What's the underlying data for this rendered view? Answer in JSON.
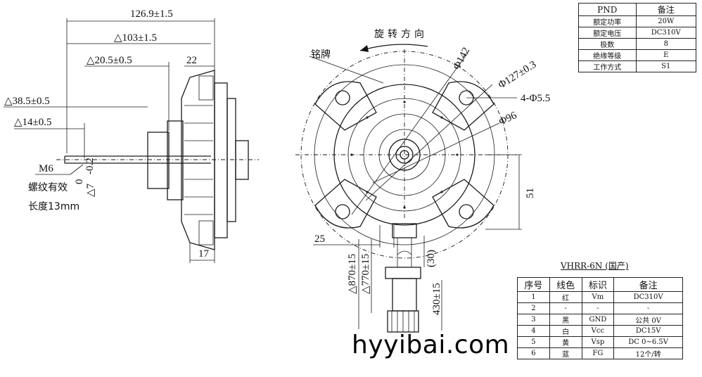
{
  "left_view": {
    "dim_total": "126.9±1.5",
    "dim_103": "△103±1.5",
    "dim_20_5": "△20.5±0.5",
    "dim_22": "22",
    "dim_38_5": "△38.5±0.5",
    "dim_14": "△14±0.5",
    "dim_7": "△7",
    "dim_7_tol_upper": "0",
    "dim_7_tol_lower": "-0.2",
    "thread": "M6",
    "thread_note_line1": "螺纹有效",
    "thread_note_line2": "长度13mm",
    "dim_17": "17"
  },
  "front_view": {
    "rotation_label": "旋转方向",
    "nameplate_label": "铭牌",
    "dia_142": "Φ142",
    "dia_127": "Φ127±0.3",
    "holes": "4-Φ5.5",
    "dia_96": "Φ96",
    "dim_51": "51",
    "dim_25": "25",
    "dim_30": "(30)",
    "lead_870": "△870±15",
    "lead_770": "△770±15",
    "lead_430": "430±15"
  },
  "pnd_table": {
    "headers": [
      "PND",
      "备注"
    ],
    "rows": [
      [
        "额定功率",
        "20W"
      ],
      [
        "额定电压",
        "DC310V"
      ],
      [
        "极数",
        "8"
      ],
      [
        "绝缘等级",
        "E"
      ],
      [
        "工作方式",
        "S1"
      ]
    ]
  },
  "wire_table": {
    "title": "VHRR-6N (国产)",
    "headers": [
      "序号",
      "线色",
      "标识",
      "备注"
    ],
    "rows": [
      [
        "1",
        "红",
        "Vm",
        "DC310V"
      ],
      [
        "2",
        "-",
        "-",
        "-"
      ],
      [
        "3",
        "黑",
        "GND",
        "公共 0V"
      ],
      [
        "4",
        "白",
        "Vcc",
        "DC15V"
      ],
      [
        "5",
        "黄",
        "Vsp",
        "DC 0~6.5V"
      ],
      [
        "6",
        "蓝",
        "FG",
        "12个/转"
      ]
    ]
  },
  "watermark": "hyyibai.com"
}
